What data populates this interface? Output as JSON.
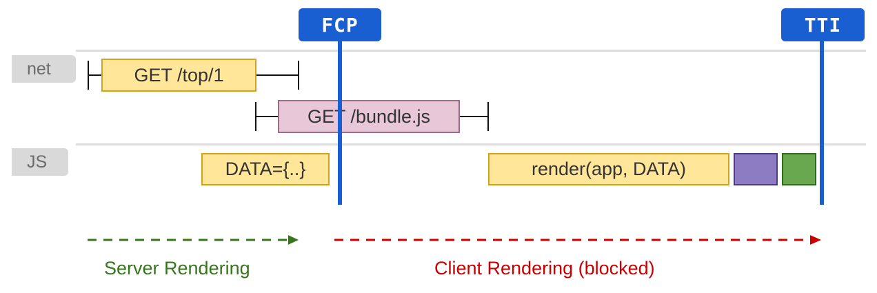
{
  "lanes": {
    "net": "net",
    "js": "JS"
  },
  "markers": {
    "fcp": "FCP",
    "tti": "TTI"
  },
  "requests": {
    "top": "GET /top/1",
    "bundle": "GET /bundle.js"
  },
  "js_tasks": {
    "data": "DATA={..}",
    "render": "render(app, DATA)"
  },
  "phases": {
    "server": "Server Rendering",
    "client": "Client Rendering (blocked)"
  },
  "colors": {
    "marker": "#1a5fd1",
    "server": "#38761d",
    "client": "#cc0000",
    "request_yellow": "#ffe699",
    "request_pink": "#e8c8d8",
    "task_purple": "#8e7cc3",
    "task_green": "#6aa84f"
  }
}
